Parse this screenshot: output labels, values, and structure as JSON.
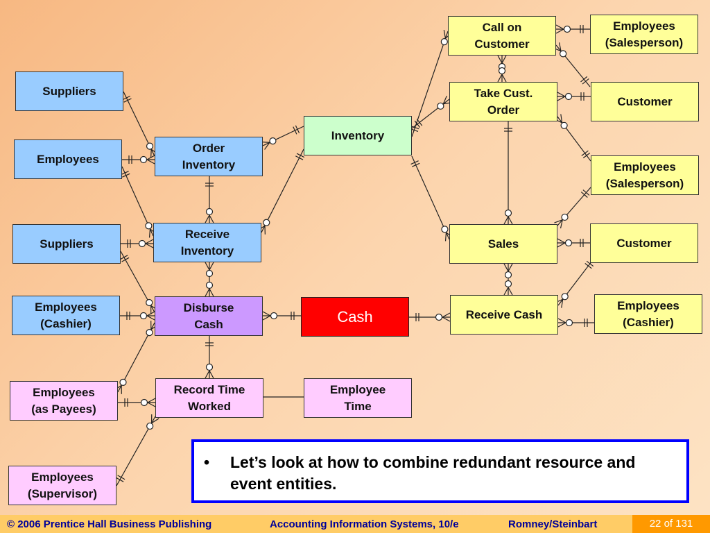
{
  "entities": {
    "suppliers_1": "Suppliers",
    "employees_1": "Employees",
    "suppliers_2": "Suppliers",
    "employees_cashier_left": "Employees\n(Cashier)",
    "employees_payees": "Employees\n(as Payees)",
    "employees_supervisor": "Employees\n(Supervisor)",
    "order_inventory": "Order\nInventory",
    "receive_inventory": "Receive\nInventory",
    "disburse_cash": "Disburse\nCash",
    "record_time_worked": "Record Time\nWorked",
    "inventory": "Inventory",
    "cash": "Cash",
    "employee_time": "Employee\nTime",
    "call_on_customer": "Call on\nCustomer",
    "take_cust_order": "Take Cust.\nOrder",
    "sales": "Sales",
    "receive_cash": "Receive Cash",
    "employees_salesperson_1": "Employees\n(Salesperson)",
    "customer_1": "Customer",
    "employees_salesperson_2": "Employees\n(Salesperson)",
    "customer_2": "Customer",
    "employees_cashier_right": "Employees\n(Cashier)"
  },
  "callout": {
    "bullet": "•",
    "text": "Let’s look at how to combine redundant resource and event entities."
  },
  "footer": {
    "copyright": "© 2006 Prentice Hall Business Publishing",
    "book": "Accounting Information Systems, 10/e",
    "authors": "Romney/Steinbart",
    "page": "22 of 131"
  },
  "colors": {
    "resource_agent": "#99ccff",
    "event": "#ffff99",
    "inventory": "#ccffcc",
    "disburse_cash": "#cc99ff",
    "payroll": "#ffccff",
    "cash": "#ff0000",
    "callout_border": "#0000ff",
    "footer_bar": "#ffcc66",
    "footer_text": "#000099",
    "page_tab": "#ff9900"
  }
}
